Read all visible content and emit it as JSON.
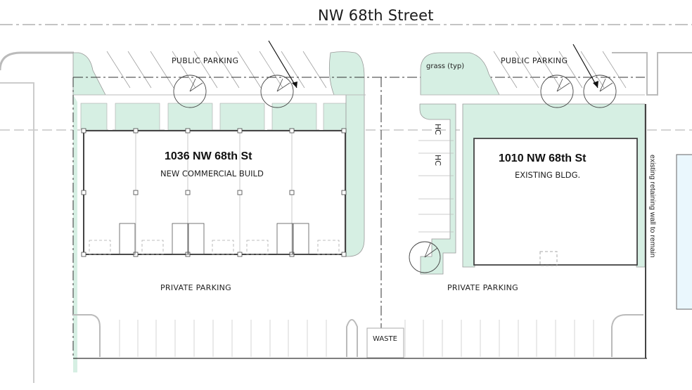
{
  "street": {
    "name": "NW 68th Street"
  },
  "lots": [
    {
      "address": "1036 NW 68th St",
      "description": "NEW COMMERCIAL BUILD",
      "front_label": "PUBLIC PARKING",
      "rear_label": "PRIVATE PARKING"
    },
    {
      "address": "1010 NW 68th St",
      "description": "EXISTING BLDG.",
      "front_label": "PUBLIC PARKING",
      "rear_label": "PRIVATE PARKING"
    }
  ],
  "annotations": {
    "grass": "grass (typ)",
    "hc_1": "HC",
    "hc_2": "HC",
    "waste": "WASTE",
    "retaining_wall": "existing retaining wall to remain"
  },
  "colors": {
    "grass": "#d6efe3",
    "neighbor": "#eaf7fd",
    "line": "#555555"
  }
}
